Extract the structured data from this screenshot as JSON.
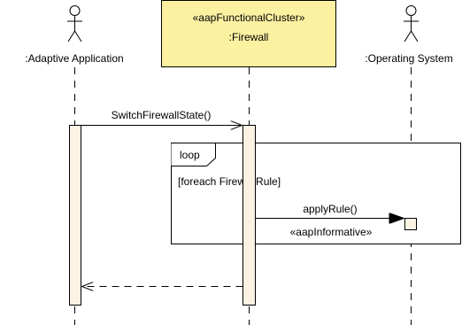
{
  "participants": [
    {
      "name": ":Adaptive Application",
      "kind": "actor"
    },
    {
      "stereotype": "«aapFunctionalCluster»",
      "name": ":Firewall",
      "kind": "component"
    },
    {
      "name": ":Operating System",
      "kind": "actor"
    }
  ],
  "messages": [
    {
      "label": "SwitchFirewallState()",
      "from": ":Adaptive Application",
      "to": ":Firewall",
      "style": "synchronous"
    },
    {
      "label": "applyRule()",
      "from": ":Firewall",
      "to": ":Operating System",
      "style": "synchronous",
      "stereotype": "«aapInformative»"
    },
    {
      "label": "",
      "from": ":Firewall",
      "to": ":Adaptive Application",
      "style": "return"
    }
  ],
  "fragment": {
    "operator": "loop",
    "guard": "[foreach FirewallRule]"
  },
  "colors": {
    "component_fill": "#fbf1a1",
    "activation_fill": "#fbf2e4",
    "line": "#000000"
  }
}
